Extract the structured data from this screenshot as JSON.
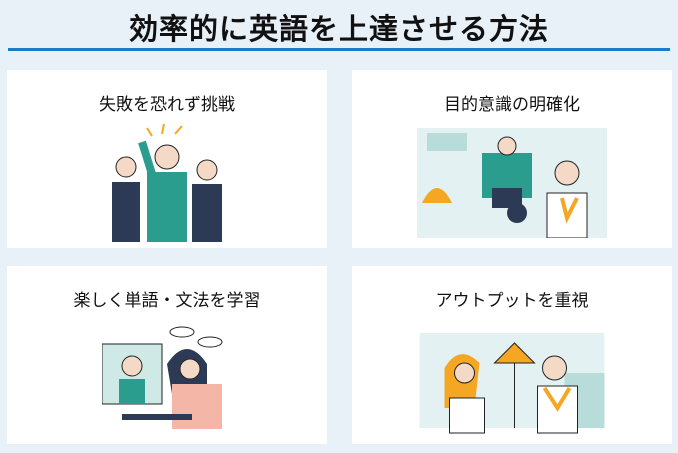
{
  "title": "効率的に英語を上達させる方法",
  "cards": [
    {
      "label": "失敗を恐れず挑戦",
      "icon": "team-cheering-illustration"
    },
    {
      "label": "目的意識の明確化",
      "icon": "online-meeting-illustration"
    },
    {
      "label": "楽しく単語・文法を学習",
      "icon": "video-call-study-illustration"
    },
    {
      "label": "アウトプットを重視",
      "icon": "headset-conversation-illustration"
    }
  ],
  "colors": {
    "background": "#e8f0f8",
    "accent": "#1a7cc4",
    "teal": "#2a9d8f",
    "orange": "#f5a623",
    "navy": "#2d3a55"
  }
}
